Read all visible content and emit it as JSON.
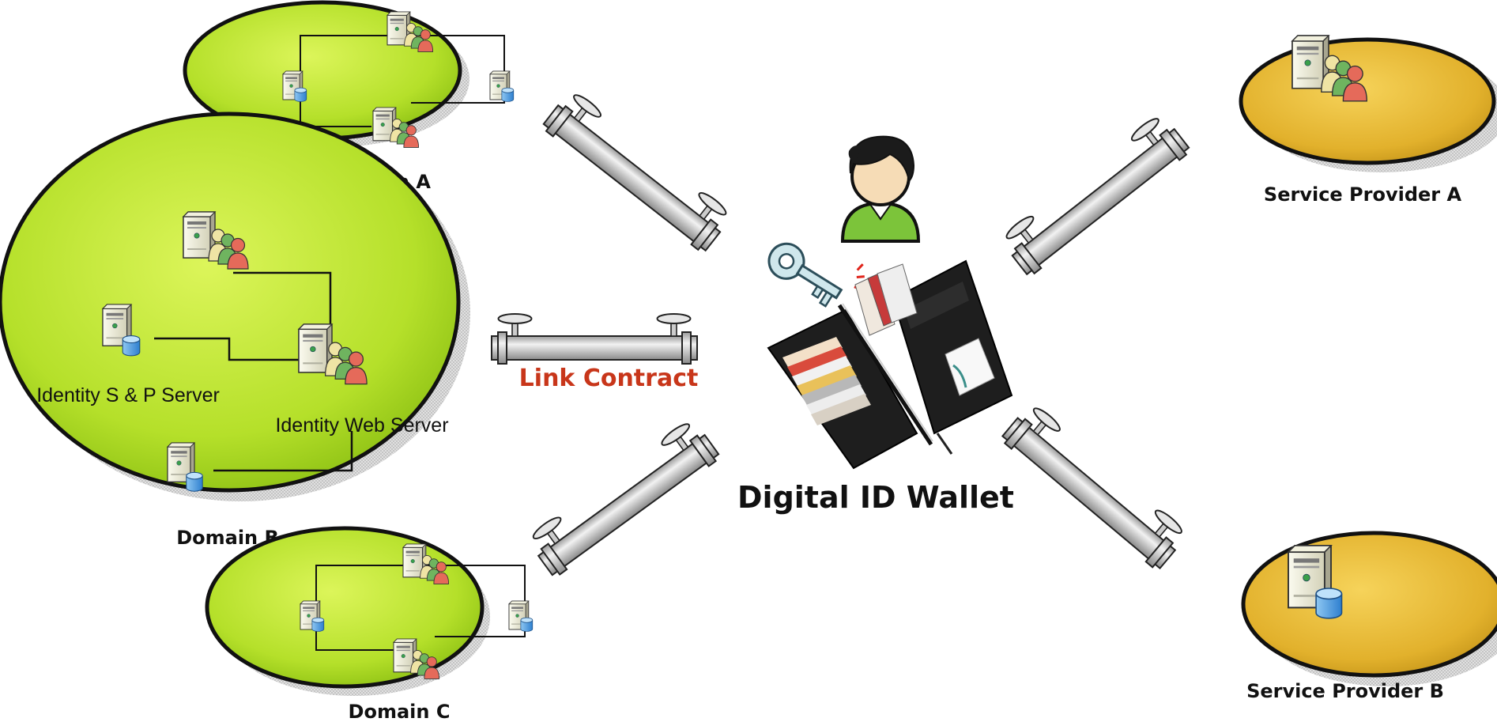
{
  "labels": {
    "domain_a": "Domain A",
    "domain_b": "Domain B",
    "domain_c": "Domain C",
    "service_provider_a": "Service Provider A",
    "service_provider_b": "Service Provider B",
    "identity_sp_server": "Identity S & P Server",
    "identity_web_server": "Identity Web Server",
    "link_contract": "Link Contract",
    "digital_id_wallet": "Digital ID Wallet"
  },
  "icons": [
    "server-icon",
    "server-with-users-icon",
    "database-server-icon",
    "pipe-icon",
    "user-icon",
    "key-icon",
    "wallet-icon"
  ],
  "colors": {
    "domain_fill": "#b9e22a",
    "provider_fill": "#e3b32a",
    "link_contract_text": "#c8361a",
    "pipe": "#b8b8b8"
  }
}
